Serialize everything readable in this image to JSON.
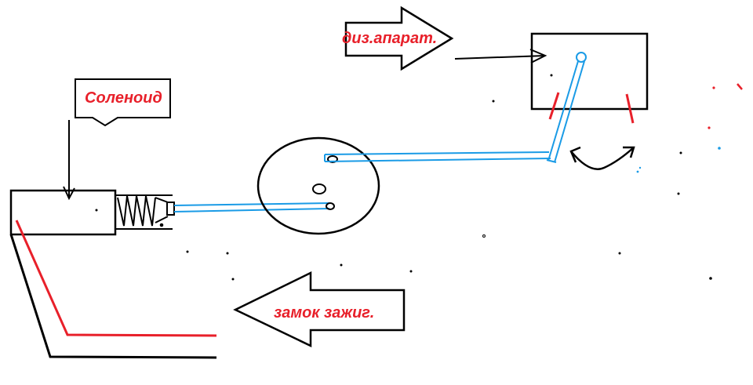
{
  "labels": {
    "solenoid": "Соленоид",
    "diesel_apparatus": "диз.апарат.",
    "ignition_lock": "замок зажиг."
  },
  "colors": {
    "label_text": "#e8202a",
    "outline": "#000000",
    "wire_black": "#000000",
    "wire_red": "#e8202a",
    "rod_blue": "#1a9be6",
    "background": "#ffffff"
  }
}
